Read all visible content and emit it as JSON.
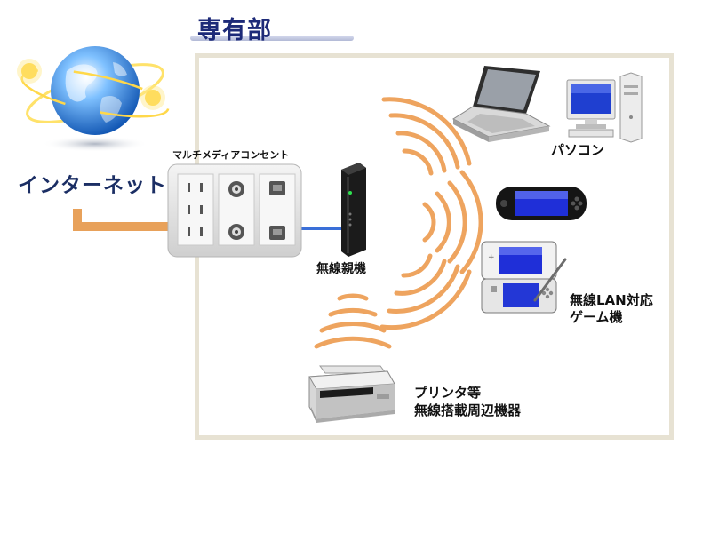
{
  "room_title": "専有部",
  "internet_label": "インターネット",
  "multimedia_outlet_label": "マルチメディアコンセント",
  "router_label": "無線親機",
  "pc_label": "パソコン",
  "game_label_lines": [
    "無線LAN対応",
    "ゲーム機"
  ],
  "printer_label_lines": [
    "プリンタ等",
    "無線搭載周辺機器"
  ],
  "colors": {
    "room_border": "#e7e2d3",
    "title_text": "#1d2a78",
    "cable_orange": "#e8a15a",
    "cable_blue": "#3a6fd8",
    "wave_orange": "#eea45f"
  }
}
